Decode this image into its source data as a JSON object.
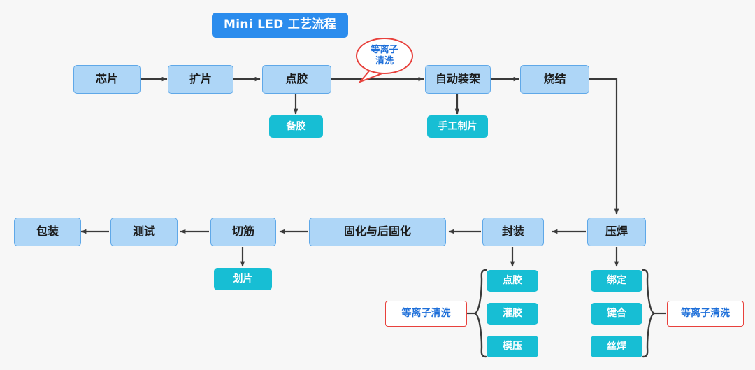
{
  "title": {
    "label": "Mini LED 工艺流程"
  },
  "callout_bubble": {
    "label": "等离子清洗",
    "line1": "等离子",
    "line2": "清洗"
  },
  "row1": {
    "steps": [
      {
        "label": "芯片"
      },
      {
        "label": "扩片"
      },
      {
        "label": "点胶"
      },
      {
        "label": "自动装架"
      },
      {
        "label": "烧结"
      }
    ],
    "branches": [
      {
        "label": "备胶"
      },
      {
        "label": "手工制片"
      }
    ]
  },
  "row2": {
    "steps": [
      {
        "label": "包装"
      },
      {
        "label": "测试"
      },
      {
        "label": "切筋"
      },
      {
        "label": "固化与后固化"
      },
      {
        "label": "封装"
      },
      {
        "label": "压焊"
      }
    ],
    "branches": [
      {
        "label": "划片"
      }
    ]
  },
  "encap_group": {
    "callout": "等离子清洗",
    "items": [
      {
        "label": "点胶"
      },
      {
        "label": "灌胶"
      },
      {
        "label": "模压"
      }
    ]
  },
  "bond_group": {
    "callout": "等离子清洗",
    "items": [
      {
        "label": "绑定"
      },
      {
        "label": "键合"
      },
      {
        "label": "丝焊"
      }
    ]
  },
  "colors": {
    "background": "#f7f7f7",
    "process_fill": "#aed6f7",
    "process_border": "#5fa8e8",
    "sub_fill": "#17bed4",
    "title_fill": "#2b8ced",
    "callout_border": "#e8413c",
    "callout_text": "#1e6fd9",
    "arrow": "#3a3a3a"
  }
}
